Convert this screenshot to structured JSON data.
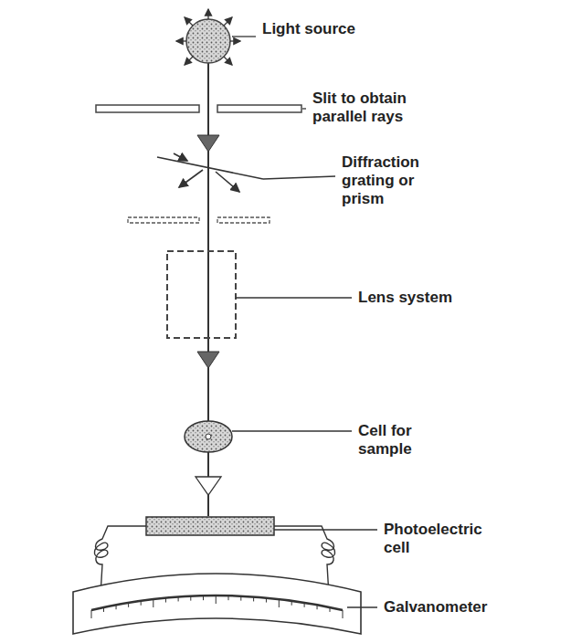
{
  "diagram": {
    "labels": [
      "Light source",
      "Slit to obtain parallel rays",
      "Diffraction grating or prism",
      "Lens system",
      "Cell for sample",
      "Photoelectric cell",
      "Galvanometer"
    ]
  }
}
